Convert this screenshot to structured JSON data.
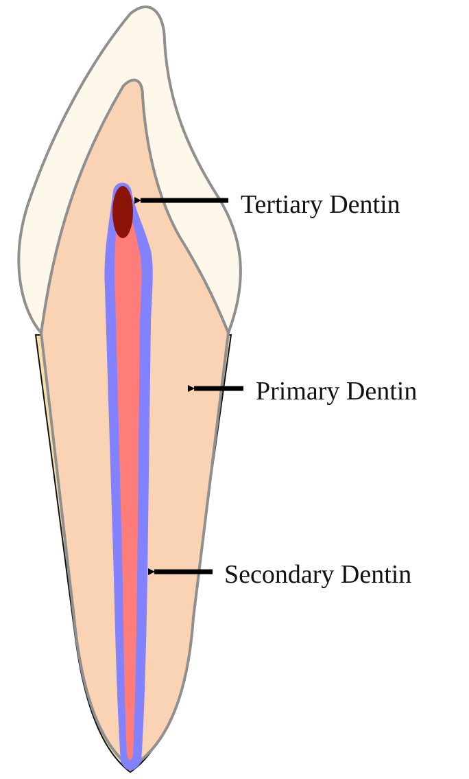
{
  "labels": {
    "tertiary": "Tertiary Dentin",
    "primary": "Primary Dentin",
    "secondary": "Secondary Dentin"
  },
  "colors": {
    "enamel": "#fdf8e9",
    "dentin": "#f9d3b4",
    "cementum": "#f7e0a9",
    "pulp": "#fe7d7a",
    "secondary_dentin": "#8282fe",
    "tertiary_dentin": "#8c1308",
    "outline": "#8f8f8f",
    "arrow": "#000000"
  }
}
